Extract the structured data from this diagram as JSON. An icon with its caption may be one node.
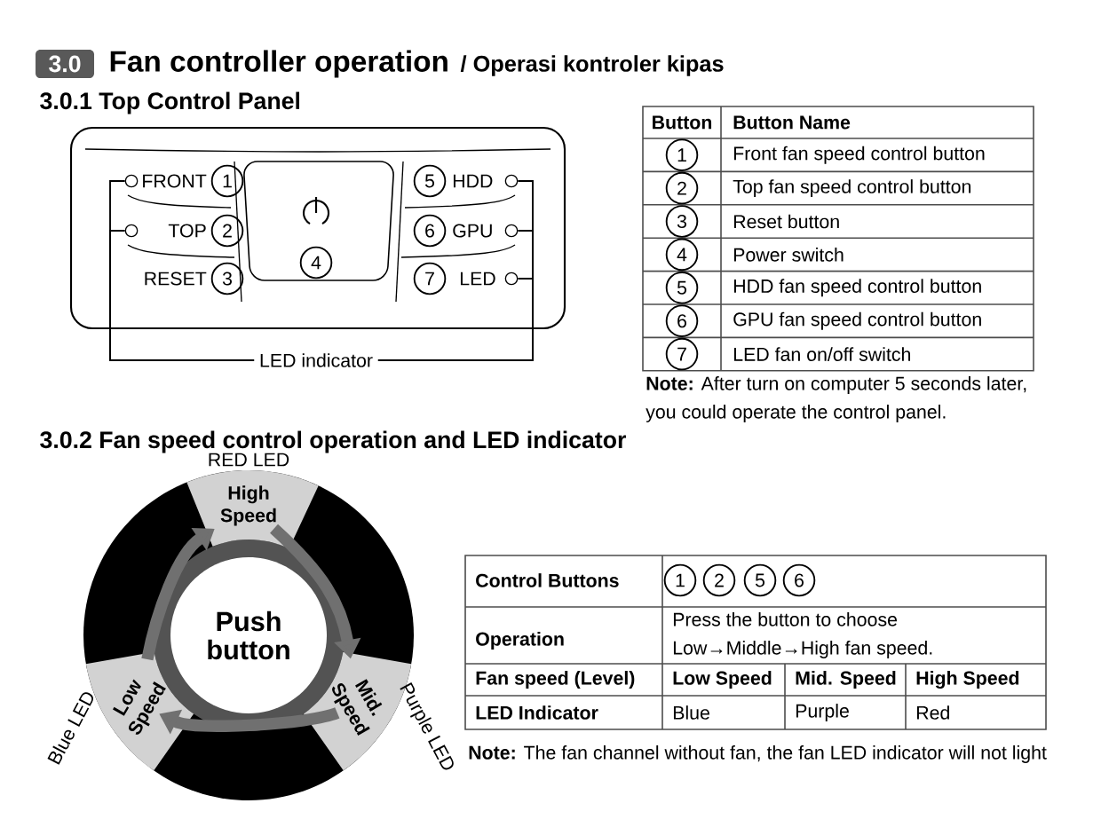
{
  "diagram": {
    "title": "Fan controller operation",
    "nodes": [
      {
        "text": [
          "LED indicator"
        ]
      },
      {
        "text": [],
        "shape": "circle"
      },
      {
        "text": [],
        "shape": "circle"
      },
      {
        "text": [],
        "shape": "circle"
      },
      {
        "text": [],
        "shape": "circle"
      },
      {
        "text": [],
        "shape": "circle"
      },
      {
        "text": [
          "Push button"
        ]
      },
      {
        "text": [
          "High Speed"
        ],
        "beside": [
          "RED LED"
        ]
      },
      {
        "text": [
          "Mid. Speed"
        ],
        "beside": [
          "Purple LED"
        ]
      },
      {
        "text": [
          "Low Speed"
        ],
        "beside": [
          "Blue LED"
        ]
      }
    ],
    "edges": [
      {
        "from": 0,
        "to": 1,
        "arrow": "none"
      },
      {
        "from": 0,
        "to": 2,
        "arrow": "none"
      },
      {
        "from": 0,
        "to": 3,
        "arrow": "none"
      },
      {
        "from": 0,
        "to": 4,
        "arrow": "none"
      },
      {
        "from": 0,
        "to": 5,
        "arrow": "none"
      },
      {
        "from": 7,
        "to": 8,
        "arrow": "to",
        "style": "thick",
        "color": "#707070"
      },
      {
        "from": 8,
        "to": 9,
        "arrow": "to",
        "style": "thick",
        "color": "#707070"
      },
      {
        "from": 9,
        "to": 7,
        "arrow": "to",
        "style": "thick",
        "color": "#707070"
      }
    ],
    "labels": [
      "3.0",
      "/ Operasi kontroler kipas",
      "3.0.1 Top Control Panel",
      "FRONT",
      "1",
      "TOP",
      "2",
      "RESET",
      "3",
      "4",
      "5",
      "HDD",
      "6",
      "GPU",
      "7",
      "LED",
      "Button",
      "Button Name",
      "1",
      "Front fan speed control button",
      "2",
      "Top fan speed control button",
      "3",
      "Reset button",
      "4",
      "Power switch",
      "5",
      "HDD fan speed control button",
      "6",
      "GPU fan speed control button",
      "7",
      "LED fan on/off switch",
      "**Note:** After turn on computer 5 seconds later, you could operate the control panel.",
      "3.0.2 Fan speed control operation and LED indicator",
      "Control Buttons",
      "1",
      "2",
      "5",
      "6",
      "Operation",
      "Press the button to choose Low→Middle→High fan speed.",
      "Fan speed (Level)",
      "Low Speed",
      "Mid. Speed",
      "High Speed",
      "LED Indicator",
      "Blue",
      "Purple",
      "Red",
      "**Note:** The fan channel without fan, the fan LED indicator will not light"
    ]
  }
}
